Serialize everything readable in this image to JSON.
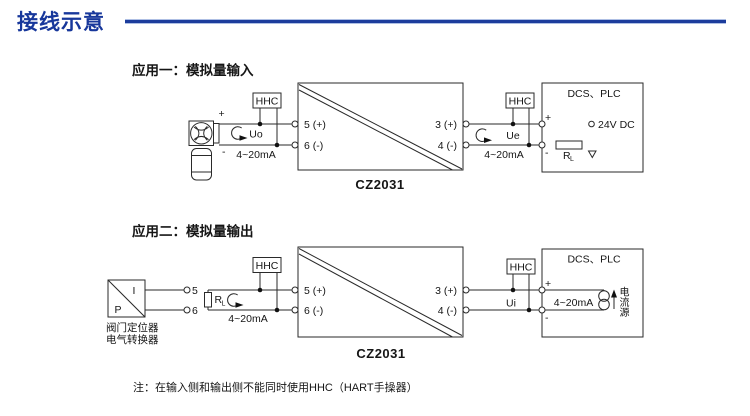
{
  "header": {
    "title": "接线示意"
  },
  "colors": {
    "accent": "#17379b",
    "rule_light": "#aebfe4",
    "line": "#2a2a2a"
  },
  "app1": {
    "label": "应用一：模拟量输入",
    "transmitter_plus": "+",
    "transmitter_minus": "-",
    "hhc_in": "HHC",
    "hhc_out": "HHC",
    "uo": "Uo",
    "current_in": "4~20mA",
    "t5": "5 (+)",
    "t6": "6 (-)",
    "t3": "3 (+)",
    "t4": "4 (-)",
    "device": "CZ2031",
    "ue": "Ue",
    "current_out": "4~20mA",
    "dcs": "DCS、PLC",
    "dcs_plus": "+",
    "dcs_minus": "-",
    "supply": "24V DC",
    "rl": "R",
    "rl_sub": "L"
  },
  "app2": {
    "label": "应用二：模拟量输出",
    "pos_i": "I",
    "pos_p": "P",
    "pos_t5": "5",
    "pos_t6": "6",
    "pos_caption1": "阀门定位器",
    "pos_caption2": "电气转换器",
    "rl": "R",
    "rl_sub": "L",
    "current_in": "4~20mA",
    "hhc_in": "HHC",
    "hhc_out": "HHC",
    "t5": "5 (+)",
    "t6": "6 (-)",
    "t3": "3 (+)",
    "t4": "4 (-)",
    "device": "CZ2031",
    "ui": "Ui",
    "dcs": "DCS、PLC",
    "dcs_plus": "+",
    "dcs_minus": "-",
    "current_out": "4~20mA",
    "source_chars": [
      "电",
      "流",
      "源"
    ]
  },
  "note": "注：在输入侧和输出侧不能同时使用HHC（HART手操器）"
}
